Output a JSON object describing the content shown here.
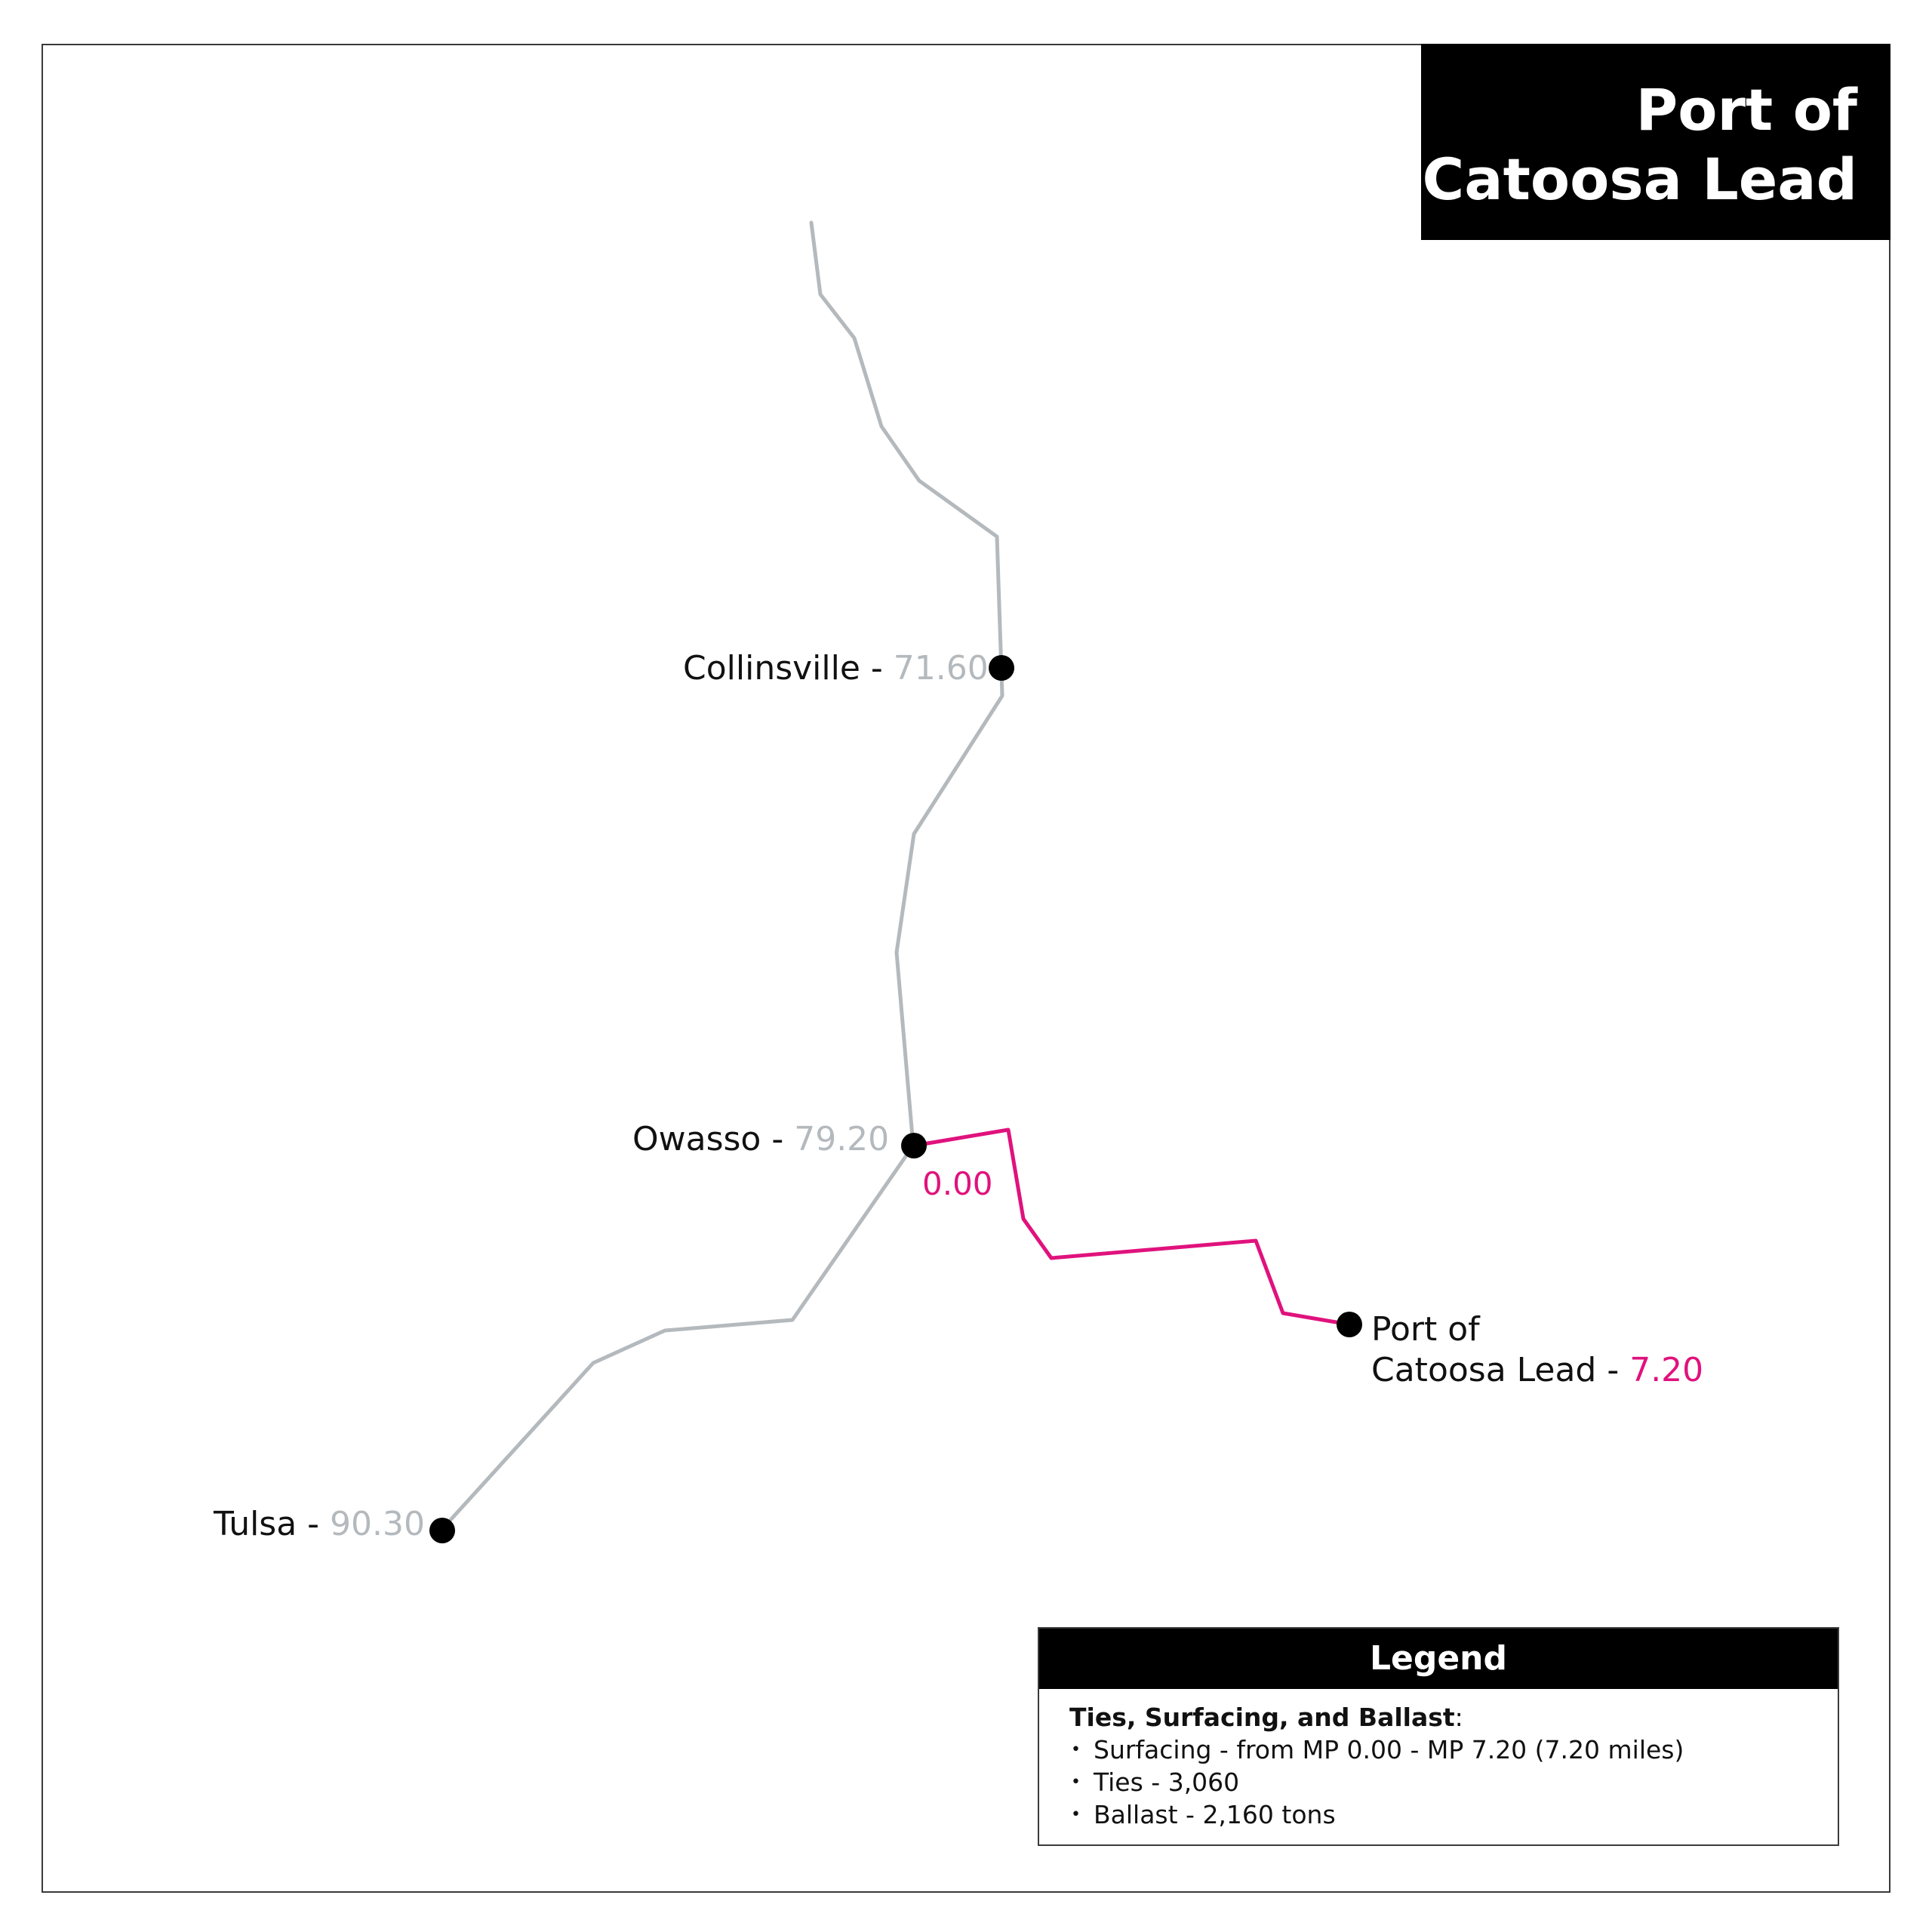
{
  "title": {
    "line1": "Port of",
    "line2": "Catoosa Lead"
  },
  "colors": {
    "existing_track": "#b4b9bd",
    "project_track": "#e0127d",
    "station_dot": "#000000"
  },
  "stations": [
    {
      "name": "Collinsville - ",
      "milepost": "71.60"
    },
    {
      "name": "Owasso - ",
      "milepost": "79.20"
    },
    {
      "name": "Tulsa - ",
      "milepost": "90.30"
    }
  ],
  "project": {
    "start_milepost": "0.00",
    "end_name_line1": "Port of",
    "end_name_line2": "Catoosa Lead - ",
    "end_milepost": "7.20"
  },
  "legend": {
    "title": "Legend",
    "heading": "Ties, Surfacing, and Ballast",
    "heading_suffix": ":",
    "items": [
      "Surfacing - from MP 0.00 - MP 7.20 (7.20 miles)",
      "Ties - 3,060",
      "Ballast - 2,160 tons"
    ]
  }
}
